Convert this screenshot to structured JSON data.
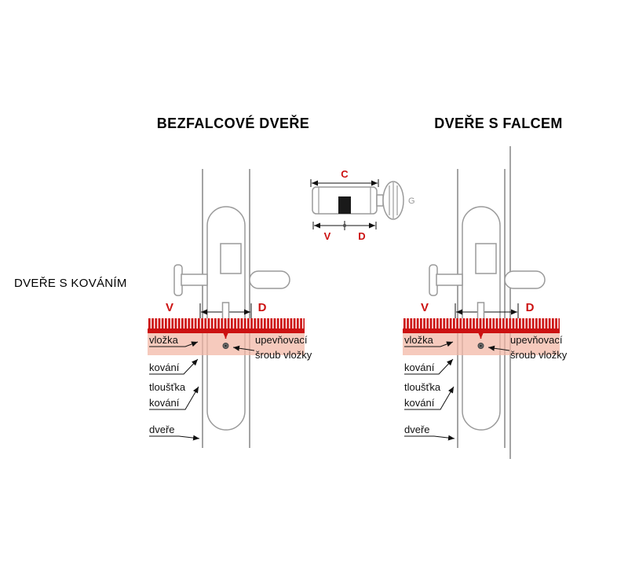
{
  "titles": {
    "left_diagram": "BEZFALCOVÉ DVEŘE",
    "right_diagram": "DVEŘE S FALCEM",
    "side": "DVEŘE S KOVÁNÍM"
  },
  "cylinder_figure": {
    "length_label": "C",
    "left_half_label": "V",
    "right_half_label": "D",
    "knob_label": "G"
  },
  "door_figure_labels": {
    "v": "V",
    "d": "D",
    "cylinder": "vložka",
    "fitting": "kování",
    "fitting_thickness_line1": "tloušťka",
    "fitting_thickness_line2": "kování",
    "door": "dveře",
    "screw_line1": "upevňovací",
    "screw_line2": "šroub vložky"
  },
  "colors": {
    "accent_red": "#cc1111",
    "fitting_pink": "#f2b5a3",
    "outline_gray": "#9a9a9a",
    "text_black": "#111111",
    "knob_label_gray": "#999999"
  }
}
